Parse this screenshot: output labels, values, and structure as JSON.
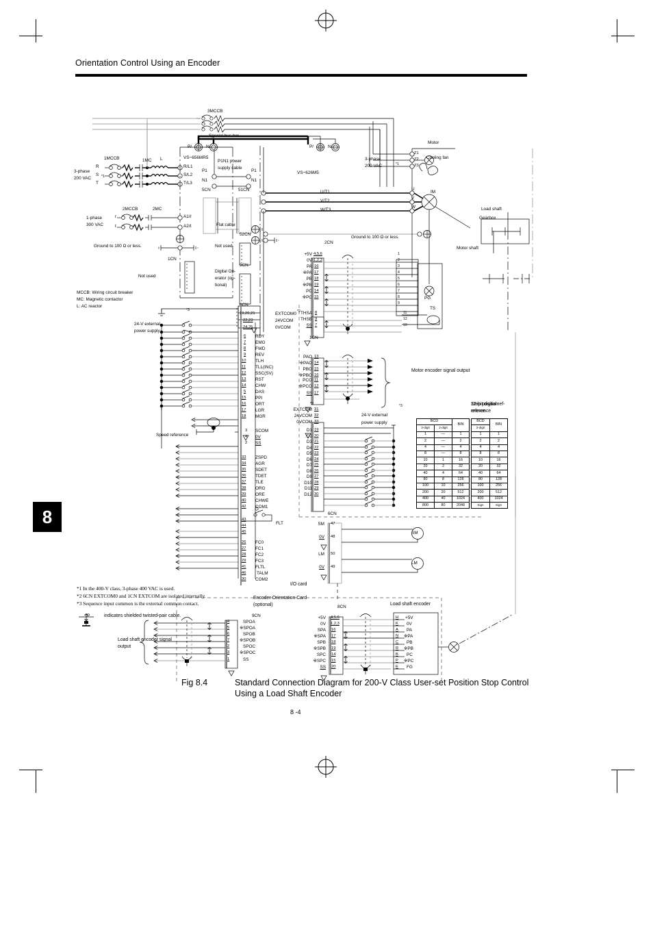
{
  "page": {
    "running_head": "Orientation Control Using an Encoder",
    "chapter_tab": "8",
    "page_number": "8 -4",
    "figure_number": "Fig 8.4",
    "figure_caption_line1": "Standard Connection Diagram for 200-V Class User-set Position Stop Control",
    "figure_caption_line2": "Using a Load Shaft Encoder"
  },
  "power_input": {
    "breaker1": "1MCCB",
    "contactor1": "1MC",
    "reactor": "L",
    "phase_labels": [
      "R",
      "S",
      "T"
    ],
    "supply_3ph": "3-phase",
    "supply_3ph_volt": "200 VAC",
    "supply_3ph_note": "*1",
    "drive_terms": [
      "R/L1",
      "S/L2",
      "T/L3"
    ],
    "breaker2": "2MCCB",
    "contactor2": "2MC",
    "ctrl_phase_r": "r",
    "ctrl_phase_t": "t",
    "supply_1ph": "1-phase",
    "supply_1ph_volt": "300 VAC",
    "ctrl_terms": [
      "A1/r",
      "A2/t"
    ],
    "ground_note": "Ground to 100 Ω or less.",
    "breaker3": "3MCCB",
    "bus_bar": "Special bus bar"
  },
  "legend": {
    "mccb": "MCCB: Wiring circuit breaker",
    "mc": "MC: Magnetic contactor",
    "l": "L: AC reactor"
  },
  "converter": {
    "model": "VS−656MR5",
    "term_p": "P/",
    "term_n": "N/",
    "p1": "P1",
    "n1": "N1",
    "conn_5cn": "5CN",
    "conn_1cn": "1CN",
    "not_used": "Not used"
  },
  "cable": {
    "label_line1": "P1N1 power",
    "label_line2": "supply cable",
    "p1": "P1",
    "n1": "N1",
    "conn_51cn": "51CN",
    "flat_cable": "Flat cable",
    "conn_52cn": "52CN",
    "not_used": "Not used",
    "conn_3cn": "3CN",
    "digital_op_line1": "Digital Op-",
    "digital_op_line2": "erator (op-",
    "digital_op_line3": "tional)"
  },
  "inverter": {
    "model": "VS−626M5",
    "term_p": "P/",
    "term_n": "N/",
    "output_terms": [
      "U/T1",
      "V/T2",
      "W/T3"
    ],
    "ground_note": "Ground to 100 Ω or less."
  },
  "motor": {
    "title": "Motor",
    "cooling_fan": "Cooling fan",
    "fan_terms": [
      "Z1",
      "Z2",
      "Z3"
    ],
    "fan_supply_line1": "3-phase",
    "fan_supply_line2": "200 VAC",
    "fan_supply_note": "*1",
    "motor_terms": [
      "U",
      "V",
      "W"
    ],
    "im": "IM",
    "pg": "PG",
    "ts": "TS",
    "gearbox": "Gearbox",
    "load_shaft": "Load shaft",
    "motor_shaft": "Motor shaft"
  },
  "conn_2cn": {
    "name": "2CN",
    "rows": [
      {
        "sig": "+5V",
        "pin": "4,5,6"
      },
      {
        "sig": "0V",
        "pin": "1,2,3"
      },
      {
        "sig": "PA",
        "pin": "16"
      },
      {
        "sig": "※PA",
        "pin": "17"
      },
      {
        "sig": "PB",
        "pin": "18"
      },
      {
        "sig": "※PB",
        "pin": "19"
      },
      {
        "sig": "PC",
        "pin": "14"
      },
      {
        "sig": "※PC",
        "pin": "15"
      }
    ],
    "pg_pins": [
      "1",
      "2",
      "3",
      "4",
      "5",
      "6",
      "7",
      "8",
      "9"
    ]
  },
  "conn_1cn_ths": {
    "name": "1CN",
    "rows": [
      {
        "sig": "THSA",
        "pin": "8",
        "far": "11"
      },
      {
        "sig": "THSB",
        "pin": "9",
        "far": "12"
      },
      {
        "sig": "SS",
        "pin": "7",
        "far": "10"
      }
    ]
  },
  "conn_1cn_pao": {
    "rows": [
      {
        "sig": "PAO",
        "pin": "13"
      },
      {
        "sig": "※PAO",
        "pin": "14"
      },
      {
        "sig": "PBO",
        "pin": "15"
      },
      {
        "sig": "※PBO",
        "pin": "16"
      },
      {
        "sig": "PCO",
        "pin": "11"
      },
      {
        "sig": "※PCO",
        "pin": "12"
      },
      {
        "sig": "SS",
        "pin": "17"
      }
    ],
    "output_label": "Motor encoder signal output"
  },
  "conn_1cn_digital": {
    "note": "*2",
    "commons": [
      {
        "sig": "EXTCOM",
        "pin": "31"
      },
      {
        "sig": "24VCOM",
        "pin": "32"
      },
      {
        "sig": "0VCOM",
        "pin": "33"
      }
    ],
    "inputs": [
      {
        "sig": "D1",
        "pin": "19"
      },
      {
        "sig": "D2",
        "pin": "20"
      },
      {
        "sig": "D3",
        "pin": "21"
      },
      {
        "sig": "D4",
        "pin": "22"
      },
      {
        "sig": "D5",
        "pin": "23"
      },
      {
        "sig": "D6",
        "pin": "24"
      },
      {
        "sig": "D7",
        "pin": "25"
      },
      {
        "sig": "D8",
        "pin": "26"
      },
      {
        "sig": "D9",
        "pin": "27"
      },
      {
        "sig": "D10",
        "pin": "28"
      },
      {
        "sig": "D11",
        "pin": "29"
      },
      {
        "sig": "D12",
        "pin": "30"
      }
    ],
    "ext_supply_line1": "24-V external",
    "ext_supply_line2": "power supply",
    "ext_supply_note": "*3"
  },
  "conn_6cn": {
    "name": "6CN",
    "note": "*3",
    "ext_supply_line1": "24-V external",
    "ext_supply_line2": "power supply",
    "commons": [
      {
        "pin": "19,20,21",
        "sig": "EXTCOM0",
        "sup": "*2"
      },
      {
        "pin": "22,23",
        "sig": "24VCOM",
        "sup": ""
      },
      {
        "pin": "24,25",
        "sig": "0VCOM",
        "sup": ""
      }
    ],
    "inputs": [
      {
        "pin": "6",
        "sig": "RDY"
      },
      {
        "pin": "7",
        "sig": "EMG"
      },
      {
        "pin": "8",
        "sig": "FWD"
      },
      {
        "pin": "9",
        "sig": "REV"
      },
      {
        "pin": "10",
        "sig": "TLH"
      },
      {
        "pin": "11",
        "sig": "TLL(INC)"
      },
      {
        "pin": "12",
        "sig": "SSC(SV)"
      },
      {
        "pin": "13",
        "sig": "RST"
      },
      {
        "pin": "14",
        "sig": "CHW"
      },
      {
        "pin": "5",
        "sig": "DAS"
      },
      {
        "pin": "15",
        "sig": "PPI"
      },
      {
        "pin": "16",
        "sig": "ORT"
      },
      {
        "pin": "17",
        "sig": "LGR"
      },
      {
        "pin": "18",
        "sig": "MGR"
      }
    ],
    "speed_ref_label": "Speed reference",
    "speed_rows": [
      {
        "pin": "3",
        "sig": "SCOM"
      },
      {
        "pin": "4",
        "sig": "0V"
      },
      {
        "pin": "2",
        "sig": "SS"
      }
    ],
    "outputs": [
      {
        "pin": "33",
        "sig": "ZSPD"
      },
      {
        "pin": "34",
        "sig": "AGR"
      },
      {
        "pin": "35",
        "sig": "SDET"
      },
      {
        "pin": "36",
        "sig": "TDET"
      },
      {
        "pin": "37",
        "sig": "TLE"
      },
      {
        "pin": "38",
        "sig": "ORG"
      },
      {
        "pin": "39",
        "sig": "ORE"
      },
      {
        "pin": "40",
        "sig": "CHWE"
      },
      {
        "pin": "42",
        "sig": "COM1"
      }
    ],
    "flt_rows": [
      {
        "pin": "43"
      },
      {
        "pin": "44"
      },
      {
        "pin": "45"
      }
    ],
    "flt_label": "FLT",
    "fc_rows": [
      {
        "pin": "26",
        "sig": "FC0"
      },
      {
        "pin": "27",
        "sig": "FC1"
      },
      {
        "pin": "28",
        "sig": "FC2"
      },
      {
        "pin": "29",
        "sig": "FC3"
      },
      {
        "pin": "41",
        "sig": "FLTL"
      },
      {
        "pin": "46",
        "sig": "TALM"
      },
      {
        "pin": "30",
        "sig": "COM2"
      }
    ],
    "io_card": "I/O card",
    "meter_rows": [
      {
        "sig": "SM",
        "pin": "47",
        "meter": "SM"
      },
      {
        "sig": "0V",
        "pin": "48",
        "meter": ""
      },
      {
        "sig": "LM",
        "pin": "50",
        "meter": "LM"
      },
      {
        "sig": "0V",
        "pin": "49",
        "meter": ""
      }
    ]
  },
  "tables": {
    "digital_ref": {
      "title_line1": "12-bit digital ref-",
      "title_line2": "erence",
      "group_header": "BCD",
      "headers": [
        "3-digit",
        "2-digit",
        "BIN"
      ],
      "bin_header": "BIN",
      "rows": [
        [
          "1",
          "—",
          "1"
        ],
        [
          "2",
          "—",
          "2"
        ],
        [
          "4",
          "—",
          "4"
        ],
        [
          "8",
          "—",
          "8"
        ],
        [
          "10",
          "1",
          "16"
        ],
        [
          "20",
          "2",
          "32"
        ],
        [
          "40",
          "4",
          "64"
        ],
        [
          "80",
          "8",
          "128"
        ],
        [
          "100",
          "10",
          "256"
        ],
        [
          "200",
          "20",
          "512"
        ],
        [
          "400",
          "40",
          "1024"
        ],
        [
          "800",
          "80",
          "2048"
        ]
      ]
    },
    "stop_position": {
      "title_line1": "Stop position",
      "title_line2": "reference",
      "group_header": "BCD",
      "headers": [
        "3-digit",
        "BIN"
      ],
      "rows": [
        [
          "1",
          "1"
        ],
        [
          "2",
          "2"
        ],
        [
          "4",
          "4"
        ],
        [
          "8",
          "8"
        ],
        [
          "10",
          "16"
        ],
        [
          "20",
          "32"
        ],
        [
          "40",
          "64"
        ],
        [
          "80",
          "128"
        ],
        [
          "100",
          "256"
        ],
        [
          "200",
          "512"
        ],
        [
          "400",
          "1024"
        ],
        [
          "Sign",
          "Sign"
        ]
      ]
    }
  },
  "orientation_card": {
    "title_line1": "Encoder Orientation Card",
    "title_line2": "(optional)",
    "conn_9cn": "9CN",
    "conn_8cn": "8CN",
    "signal_out_line1": "Load shaft encoder signal",
    "signal_out_line2": "output",
    "rows_9cn": [
      {
        "pin": "4",
        "sig": "SPOA"
      },
      {
        "pin": "5",
        "sig": "※SPOA"
      },
      {
        "pin": "6",
        "sig": "SPOB"
      },
      {
        "pin": "7",
        "sig": "※SPOB"
      },
      {
        "pin": "2",
        "sig": "SPOC"
      },
      {
        "pin": "3",
        "sig": "※SPOC"
      },
      {
        "pin": "1",
        "sig": "SS"
      }
    ],
    "rows_8cn": [
      {
        "sig": "+5V",
        "pin": "4,5,6"
      },
      {
        "sig": "0V",
        "pin": "1,2,3"
      },
      {
        "sig": "SPA",
        "pin": "16"
      },
      {
        "sig": "※SPA",
        "pin": "17"
      },
      {
        "sig": "SPB",
        "pin": "18"
      },
      {
        "sig": "※SPB",
        "pin": "19"
      },
      {
        "sig": "SPC",
        "pin": "14"
      },
      {
        "sig": "※SPC",
        "pin": "15"
      },
      {
        "sig": "SS",
        "pin": "20"
      }
    ]
  },
  "load_shaft_encoder": {
    "title": "Load shaft encoder",
    "rows": [
      {
        "term": "H",
        "sig": "+5V"
      },
      {
        "term": "K",
        "sig": "0V"
      },
      {
        "term": "A",
        "sig": "PA"
      },
      {
        "term": "N",
        "sig": "※PA"
      },
      {
        "term": "C",
        "sig": "PB"
      },
      {
        "term": "R",
        "sig": "※PB"
      },
      {
        "term": "B",
        "sig": "PC"
      },
      {
        "term": "P",
        "sig": "※PC"
      },
      {
        "term": "E",
        "sig": "FG"
      }
    ]
  },
  "footnotes": {
    "n1": "*1   In the 400-V class, 3-phase 400 VAC is used.",
    "n2": "*2   6CN EXTCOM0 and 1CN EXTCOM are isolated internally.",
    "n3": "*3   Sequence input common is the external common contact.",
    "shield": "indicates shielded twisted-pair cable.",
    "shield_mark": "P"
  }
}
